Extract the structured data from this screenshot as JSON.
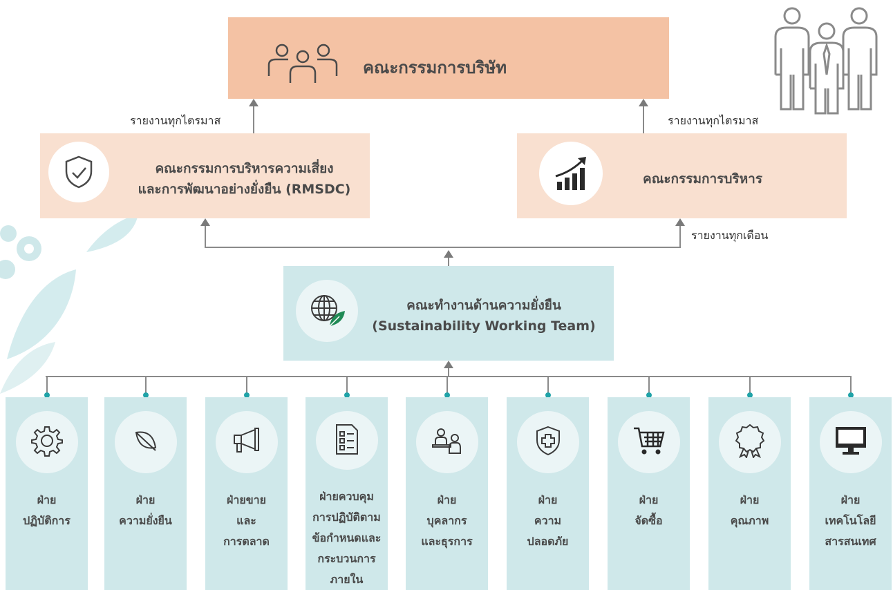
{
  "board": {
    "title": "คณะกรรมการบริษัท",
    "icon": "group-icon"
  },
  "rmsdc": {
    "line1": "คณะกรรมการบริหารความเสี่ยง",
    "line2": "และการพัฒนาอย่างยั่งยืน (RMSDC)",
    "icon": "shield-check-icon"
  },
  "executive": {
    "title": "คณะกรรมการบริหาร",
    "icon": "growth-chart-icon"
  },
  "team": {
    "line1": "คณะทำงานด้านความยั่งยืน",
    "line2": "(Sustainability Working Team)",
    "icon": "globe-leaf-icon"
  },
  "reports": {
    "quarterly_left": "รายงานทุกไตรมาส",
    "quarterly_right": "รายงานทุกไตรมาส",
    "monthly": "รายงานทุกเดือน"
  },
  "departments": [
    {
      "lines": [
        "ฝ่าย",
        "ปฏิบัติการ"
      ],
      "icon": "gear-icon"
    },
    {
      "lines": [
        "ฝ่าย",
        "ความยั่งยืน"
      ],
      "icon": "leaf-icon"
    },
    {
      "lines": [
        "ฝ่ายขาย",
        "และ",
        "การตลาด"
      ],
      "icon": "megaphone-icon"
    },
    {
      "lines": [
        "ฝ่ายควบคุม",
        "การปฏิบัติตาม",
        "ข้อกำหนดและ",
        "กระบวนการ",
        "ภายใน"
      ],
      "icon": "checklist-icon"
    },
    {
      "lines": [
        "ฝ่าย",
        "บุคลากร",
        "และธุรการ"
      ],
      "icon": "people-desk-icon"
    },
    {
      "lines": [
        "ฝ่าย",
        "ความ",
        "ปลอดภัย"
      ],
      "icon": "shield-plus-icon"
    },
    {
      "lines": [
        "ฝ่าย",
        "จัดซื้อ"
      ],
      "icon": "cart-icon"
    },
    {
      "lines": [
        "ฝ่าย",
        "คุณภาพ"
      ],
      "icon": "award-icon"
    },
    {
      "lines": [
        "ฝ่าย",
        "เทคโนโลยี",
        "สารสนเทศ"
      ],
      "icon": "monitor-icon"
    }
  ],
  "colors": {
    "board": "#f4c2a4",
    "committee": "#f9e0d0",
    "team": "#cfe8ea",
    "accent": "#1fa3a8"
  }
}
